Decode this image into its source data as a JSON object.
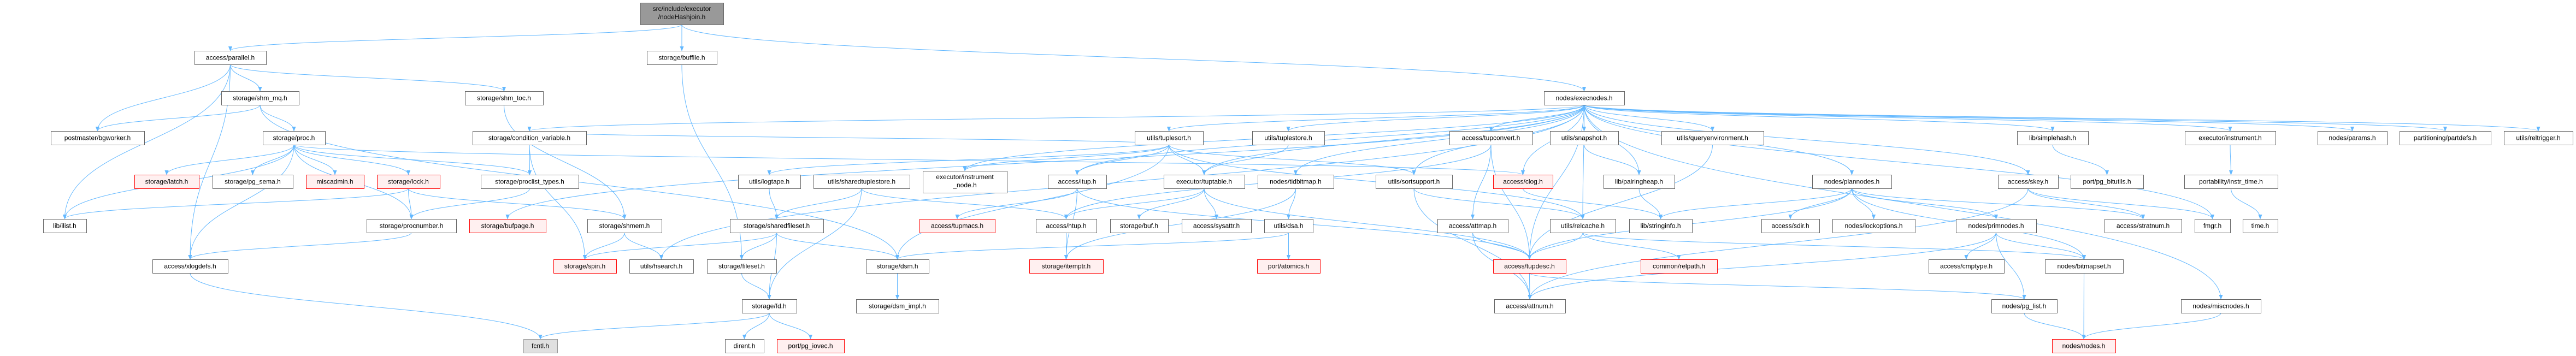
{
  "title": "src/include/executor/nodeHashjoin.h",
  "colors": {
    "edge": "#63b8ff",
    "red_border": "#ff0000",
    "red_fill": "#fff0f0",
    "main_fill": "#999999",
    "system_fill": "#e0e0e0"
  },
  "nodes": [
    {
      "id": "main",
      "label": "src/include/executor",
      "label2": "/nodeHashjoin.h",
      "kind": "main"
    },
    {
      "id": "parallel",
      "label": "access/parallel.h",
      "kind": "normal"
    },
    {
      "id": "buffile",
      "label": "storage/buffile.h",
      "kind": "normal"
    },
    {
      "id": "shm_mq",
      "label": "storage/shm_mq.h",
      "kind": "normal"
    },
    {
      "id": "shm_toc",
      "label": "storage/shm_toc.h",
      "kind": "normal"
    },
    {
      "id": "execnodes",
      "label": "nodes/execnodes.h",
      "kind": "normal"
    },
    {
      "id": "bgworker",
      "label": "postmaster/bgworker.h",
      "kind": "normal"
    },
    {
      "id": "proc",
      "label": "storage/proc.h",
      "kind": "normal"
    },
    {
      "id": "condvar",
      "label": "storage/condition_variable.h",
      "kind": "normal"
    },
    {
      "id": "tuplesort",
      "label": "utils/tuplesort.h",
      "kind": "normal"
    },
    {
      "id": "tuplestore",
      "label": "utils/tuplestore.h",
      "kind": "normal"
    },
    {
      "id": "tupconvert",
      "label": "access/tupconvert.h",
      "kind": "normal"
    },
    {
      "id": "snapshot",
      "label": "utils/snapshot.h",
      "kind": "normal"
    },
    {
      "id": "queryenv",
      "label": "utils/queryenvironment.h",
      "kind": "normal"
    },
    {
      "id": "simplehash",
      "label": "lib/simplehash.h",
      "kind": "normal"
    },
    {
      "id": "instrument",
      "label": "executor/instrument.h",
      "kind": "normal"
    },
    {
      "id": "params",
      "label": "nodes/params.h",
      "kind": "normal"
    },
    {
      "id": "partdefs",
      "label": "partitioning/partdefs.h",
      "kind": "normal"
    },
    {
      "id": "reltrigger",
      "label": "utils/reltrigger.h",
      "kind": "normal"
    },
    {
      "id": "latch",
      "label": "storage/latch.h",
      "kind": "red"
    },
    {
      "id": "pg_sema",
      "label": "storage/pg_sema.h",
      "kind": "normal"
    },
    {
      "id": "miscadmin",
      "label": "miscadmin.h",
      "kind": "red"
    },
    {
      "id": "lock",
      "label": "storage/lock.h",
      "kind": "red"
    },
    {
      "id": "proclist",
      "label": "storage/proclist_types.h",
      "kind": "normal"
    },
    {
      "id": "logtape",
      "label": "utils/logtape.h",
      "kind": "normal"
    },
    {
      "id": "sharedtuplestore",
      "label": "utils/sharedtuplestore.h",
      "kind": "normal"
    },
    {
      "id": "instrument_node",
      "label": "executor/instrument",
      "label2": "_node.h",
      "kind": "normal"
    },
    {
      "id": "itup",
      "label": "access/itup.h",
      "kind": "normal"
    },
    {
      "id": "tuptable",
      "label": "executor/tuptable.h",
      "kind": "normal"
    },
    {
      "id": "tidbitmap",
      "label": "nodes/tidbitmap.h",
      "kind": "normal"
    },
    {
      "id": "sortsupport",
      "label": "utils/sortsupport.h",
      "kind": "normal"
    },
    {
      "id": "clog",
      "label": "access/clog.h",
      "kind": "red"
    },
    {
      "id": "pairingheap",
      "label": "lib/pairingheap.h",
      "kind": "normal"
    },
    {
      "id": "plannodes",
      "label": "nodes/plannodes.h",
      "kind": "normal"
    },
    {
      "id": "skey",
      "label": "access/skey.h",
      "kind": "normal"
    },
    {
      "id": "pg_bitutils",
      "label": "port/pg_bitutils.h",
      "kind": "normal"
    },
    {
      "id": "instr_time",
      "label": "portability/instr_time.h",
      "kind": "normal"
    },
    {
      "id": "ilist",
      "label": "lib/ilist.h",
      "kind": "normal"
    },
    {
      "id": "procnumber",
      "label": "storage/procnumber.h",
      "kind": "normal"
    },
    {
      "id": "bufpage",
      "label": "storage/bufpage.h",
      "kind": "red"
    },
    {
      "id": "shmem",
      "label": "storage/shmem.h",
      "kind": "normal"
    },
    {
      "id": "sharedfileset",
      "label": "storage/sharedfileset.h",
      "kind": "normal"
    },
    {
      "id": "tupmacs",
      "label": "access/tupmacs.h",
      "kind": "red"
    },
    {
      "id": "htup",
      "label": "access/htup.h",
      "kind": "normal"
    },
    {
      "id": "buf",
      "label": "storage/buf.h",
      "kind": "normal"
    },
    {
      "id": "sysattr",
      "label": "access/sysattr.h",
      "kind": "normal"
    },
    {
      "id": "dsa",
      "label": "utils/dsa.h",
      "kind": "normal"
    },
    {
      "id": "attmap",
      "label": "access/attmap.h",
      "kind": "normal"
    },
    {
      "id": "relcache",
      "label": "utils/relcache.h",
      "kind": "normal"
    },
    {
      "id": "stringinfo",
      "label": "lib/stringinfo.h",
      "kind": "normal"
    },
    {
      "id": "sdir",
      "label": "access/sdir.h",
      "kind": "normal"
    },
    {
      "id": "lockoptions",
      "label": "nodes/lockoptions.h",
      "kind": "normal"
    },
    {
      "id": "primnodes",
      "label": "nodes/primnodes.h",
      "kind": "normal"
    },
    {
      "id": "stratnum",
      "label": "access/stratnum.h",
      "kind": "normal"
    },
    {
      "id": "fmgr",
      "label": "fmgr.h",
      "kind": "normal"
    },
    {
      "id": "time",
      "label": "time.h",
      "kind": "normal"
    },
    {
      "id": "xlogdefs",
      "label": "access/xlogdefs.h",
      "kind": "normal"
    },
    {
      "id": "spin",
      "label": "storage/spin.h",
      "kind": "red"
    },
    {
      "id": "hsearch",
      "label": "utils/hsearch.h",
      "kind": "normal"
    },
    {
      "id": "fileset",
      "label": "storage/fileset.h",
      "kind": "normal"
    },
    {
      "id": "dsm",
      "label": "storage/dsm.h",
      "kind": "normal"
    },
    {
      "id": "itemptr",
      "label": "storage/itemptr.h",
      "kind": "red"
    },
    {
      "id": "atomics",
      "label": "port/atomics.h",
      "kind": "red"
    },
    {
      "id": "tupdesc",
      "label": "access/tupdesc.h",
      "kind": "red"
    },
    {
      "id": "relpath",
      "label": "common/relpath.h",
      "kind": "red"
    },
    {
      "id": "cmptype",
      "label": "access/cmptype.h",
      "kind": "normal"
    },
    {
      "id": "bitmapset",
      "label": "nodes/bitmapset.h",
      "kind": "normal"
    },
    {
      "id": "fd",
      "label": "storage/fd.h",
      "kind": "normal"
    },
    {
      "id": "dsm_impl",
      "label": "storage/dsm_impl.h",
      "kind": "normal"
    },
    {
      "id": "attnum",
      "label": "access/attnum.h",
      "kind": "normal"
    },
    {
      "id": "pg_list",
      "label": "nodes/pg_list.h",
      "kind": "normal"
    },
    {
      "id": "miscnodes",
      "label": "nodes/miscnodes.h",
      "kind": "normal"
    },
    {
      "id": "fcntl",
      "label": "fcntl.h",
      "kind": "gray"
    },
    {
      "id": "dirent",
      "label": "dirent.h",
      "kind": "normal"
    },
    {
      "id": "pg_iovec",
      "label": "port/pg_iovec.h",
      "kind": "red"
    },
    {
      "id": "nodes",
      "label": "nodes/nodes.h",
      "kind": "red"
    }
  ],
  "edges": [
    [
      "main",
      "parallel"
    ],
    [
      "main",
      "buffile"
    ],
    [
      "main",
      "execnodes"
    ],
    [
      "parallel",
      "bgworker"
    ],
    [
      "parallel",
      "shm_mq"
    ],
    [
      "parallel",
      "shm_toc"
    ],
    [
      "parallel",
      "ilist"
    ],
    [
      "parallel",
      "xlogdefs"
    ],
    [
      "shm_mq",
      "bgworker"
    ],
    [
      "shm_mq",
      "proc"
    ],
    [
      "shm_mq",
      "dsm"
    ],
    [
      "shm_toc",
      "shmem"
    ],
    [
      "proc",
      "latch"
    ],
    [
      "proc",
      "pg_sema"
    ],
    [
      "proc",
      "miscadmin"
    ],
    [
      "proc",
      "lock"
    ],
    [
      "proc",
      "proclist"
    ],
    [
      "proc",
      "procnumber"
    ],
    [
      "proc",
      "ilist"
    ],
    [
      "proc",
      "xlogdefs"
    ],
    [
      "proc",
      "clog"
    ],
    [
      "condvar",
      "proclist"
    ],
    [
      "condvar",
      "spin"
    ],
    [
      "lock",
      "ilist"
    ],
    [
      "lock",
      "procnumber"
    ],
    [
      "lock",
      "shmem"
    ],
    [
      "proclist",
      "procnumber"
    ],
    [
      "procnumber",
      "xlogdefs"
    ],
    [
      "buffile",
      "fileset"
    ],
    [
      "shmem",
      "spin"
    ],
    [
      "shmem",
      "hsearch"
    ],
    [
      "logtape",
      "sharedfileset"
    ],
    [
      "sharedtuplestore",
      "sharedfileset"
    ],
    [
      "sharedtuplestore",
      "fd"
    ],
    [
      "sharedtuplestore",
      "htup"
    ],
    [
      "sharedfileset",
      "fileset"
    ],
    [
      "sharedfileset",
      "fd"
    ],
    [
      "sharedfileset",
      "spin"
    ],
    [
      "sharedfileset",
      "dsm"
    ],
    [
      "fileset",
      "fd"
    ],
    [
      "fd",
      "fcntl"
    ],
    [
      "fd",
      "dirent"
    ],
    [
      "fd",
      "pg_iovec"
    ],
    [
      "xlogdefs",
      "fcntl"
    ],
    [
      "tuplesort",
      "itup"
    ],
    [
      "tuplesort",
      "tuptable"
    ],
    [
      "tuplesort",
      "logtape"
    ],
    [
      "tuplesort",
      "sortsupport"
    ],
    [
      "tuplesort",
      "relcache"
    ],
    [
      "tuplesort",
      "dsm"
    ],
    [
      "tuplesort",
      "instrument_node"
    ],
    [
      "tuplesort",
      "condvar"
    ],
    [
      "tuplestore",
      "tuptable"
    ],
    [
      "itup",
      "tupmacs"
    ],
    [
      "itup",
      "itemptr"
    ],
    [
      "itup",
      "tupdesc"
    ],
    [
      "tuptable",
      "htup"
    ],
    [
      "tuptable",
      "buf"
    ],
    [
      "tuptable",
      "sysattr"
    ],
    [
      "tuptable",
      "tupdesc"
    ],
    [
      "htup",
      "itemptr"
    ],
    [
      "tidbitmap",
      "dsa"
    ],
    [
      "tidbitmap",
      "itemptr"
    ],
    [
      "dsa",
      "dsm"
    ],
    [
      "dsa",
      "atomics"
    ],
    [
      "dsm",
      "dsm_impl"
    ],
    [
      "sortsupport",
      "attnum"
    ],
    [
      "sortsupport",
      "relcache"
    ],
    [
      "tupconvert",
      "attmap"
    ],
    [
      "tupconvert",
      "tupdesc"
    ],
    [
      "tupconvert",
      "htup"
    ],
    [
      "attmap",
      "attnum"
    ],
    [
      "attmap",
      "tupdesc"
    ],
    [
      "relcache",
      "tupdesc"
    ],
    [
      "relcache",
      "relpath"
    ],
    [
      "relcache",
      "bitmapset"
    ],
    [
      "tupdesc",
      "attnum"
    ],
    [
      "tupdesc",
      "pg_list"
    ],
    [
      "clog",
      "stringinfo"
    ],
    [
      "snapshot",
      "pairingheap"
    ],
    [
      "pairingheap",
      "stringinfo"
    ],
    [
      "queryenv",
      "tupdesc"
    ],
    [
      "simplehash",
      "pg_bitutils"
    ],
    [
      "plannodes",
      "sdir"
    ],
    [
      "plannodes",
      "lockoptions"
    ],
    [
      "plannodes",
      "primnodes"
    ],
    [
      "plannodes",
      "stratnum"
    ],
    [
      "plannodes",
      "bitmapset"
    ],
    [
      "plannodes",
      "stringinfo"
    ],
    [
      "plannodes",
      "tupdesc"
    ],
    [
      "primnodes",
      "cmptype"
    ],
    [
      "primnodes",
      "bitmapset"
    ],
    [
      "primnodes",
      "pg_list"
    ],
    [
      "primnodes",
      "attnum"
    ],
    [
      "skey",
      "attnum"
    ],
    [
      "skey",
      "stratnum"
    ],
    [
      "skey",
      "fmgr"
    ],
    [
      "instrument",
      "instr_time"
    ],
    [
      "instr_time",
      "time"
    ],
    [
      "bitmapset",
      "nodes"
    ],
    [
      "pg_list",
      "nodes"
    ],
    [
      "miscnodes",
      "nodes"
    ],
    [
      "execnodes",
      "condvar"
    ],
    [
      "execnodes",
      "tuplesort"
    ],
    [
      "execnodes",
      "tuplestore"
    ],
    [
      "execnodes",
      "tupconvert"
    ],
    [
      "execnodes",
      "snapshot"
    ],
    [
      "execnodes",
      "queryenv"
    ],
    [
      "execnodes",
      "simplehash"
    ],
    [
      "execnodes",
      "instrument"
    ],
    [
      "execnodes",
      "params"
    ],
    [
      "execnodes",
      "partdefs"
    ],
    [
      "execnodes",
      "reltrigger"
    ],
    [
      "execnodes",
      "instrument_node"
    ],
    [
      "execnodes",
      "tidbitmap"
    ],
    [
      "execnodes",
      "sortsupport"
    ],
    [
      "execnodes",
      "clog"
    ],
    [
      "execnodes",
      "pairingheap"
    ],
    [
      "execnodes",
      "plannodes"
    ],
    [
      "execnodes",
      "skey"
    ],
    [
      "execnodes",
      "miscnodes"
    ],
    [
      "execnodes",
      "hsearch"
    ],
    [
      "execnodes",
      "bufpage"
    ],
    [
      "execnodes",
      "fmgr"
    ],
    [
      "execnodes",
      "tuptable"
    ],
    [
      "execnodes",
      "itup"
    ],
    [
      "execnodes",
      "relcache"
    ],
    [
      "execnodes",
      "tupdesc"
    ]
  ]
}
